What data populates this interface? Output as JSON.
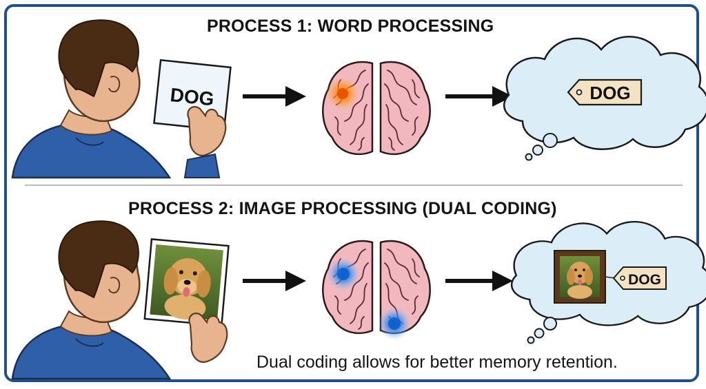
{
  "process1": {
    "title": "PROCESS 1: WORD PROCESSING",
    "card_word": "DOG",
    "thought_tag": "DOG",
    "brain_activation_color": "#f57c00"
  },
  "process2": {
    "title": "PROCESS 2: IMAGE PROCESSING (DUAL CODING)",
    "card_content": "dog-photo",
    "thought_tag": "DOG",
    "brain_activation_color": "#1e88e5"
  },
  "caption": "Dual coding allows for better memory retention.",
  "colors": {
    "frame": "#1f4f8f",
    "shirt": "#2f5fa8",
    "hair": "#4a2c14",
    "skin": "#e8b48f",
    "brain": "#f2b8c0",
    "thought_cloud": "#dbeef7",
    "tag": "#f3e3c3"
  }
}
